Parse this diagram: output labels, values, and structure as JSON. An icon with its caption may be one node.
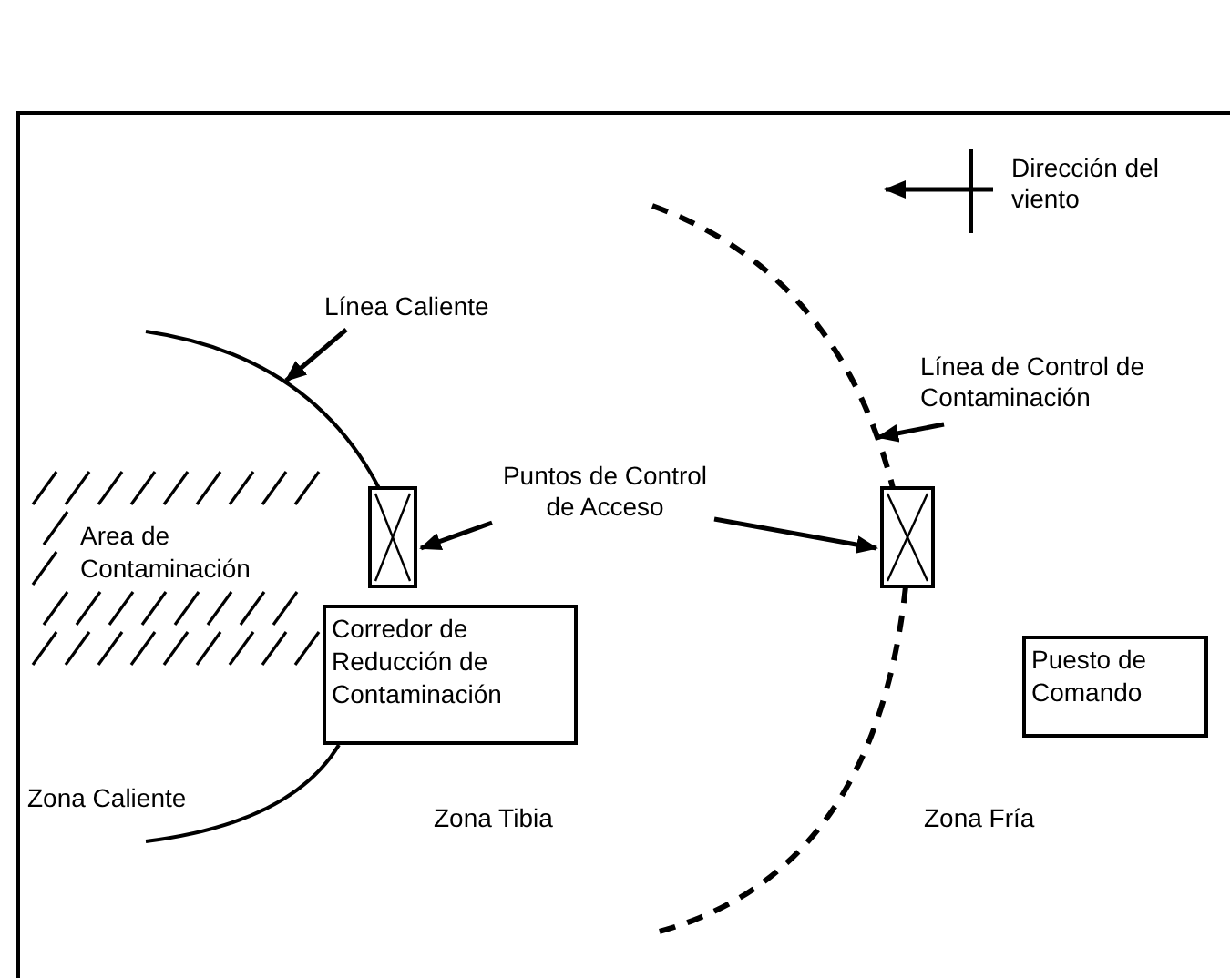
{
  "diagram": {
    "nodes": [
      {
        "text": [
          "Línea Caliente"
        ]
      },
      {
        "text": [],
        "shape": "curve"
      },
      {
        "text": [
          "Línea de Control de Contaminación"
        ]
      },
      {
        "text": [],
        "shape": "curve"
      },
      {
        "text": [
          "Puntos de Control de Acceso"
        ]
      },
      {
        "text": [],
        "shape": "box"
      },
      {
        "text": [],
        "shape": "box"
      },
      {
        "text": [
          "Area de Contaminación"
        ]
      },
      {
        "text": [
          "Corredor de Reducción de Contaminación"
        ]
      },
      {
        "text": [
          "Puesto de Comando"
        ]
      }
    ],
    "edges": [
      {
        "from": 0,
        "to": 1,
        "arrow": "to"
      },
      {
        "from": 2,
        "to": 3,
        "arrow": "to"
      },
      {
        "from": 4,
        "to": 5,
        "arrow": "to"
      },
      {
        "from": 4,
        "to": 6,
        "arrow": "to"
      }
    ],
    "labels": [
      "Dirección del viento",
      "Zona Caliente",
      "Zona Tibia",
      "Zona Fría"
    ]
  }
}
